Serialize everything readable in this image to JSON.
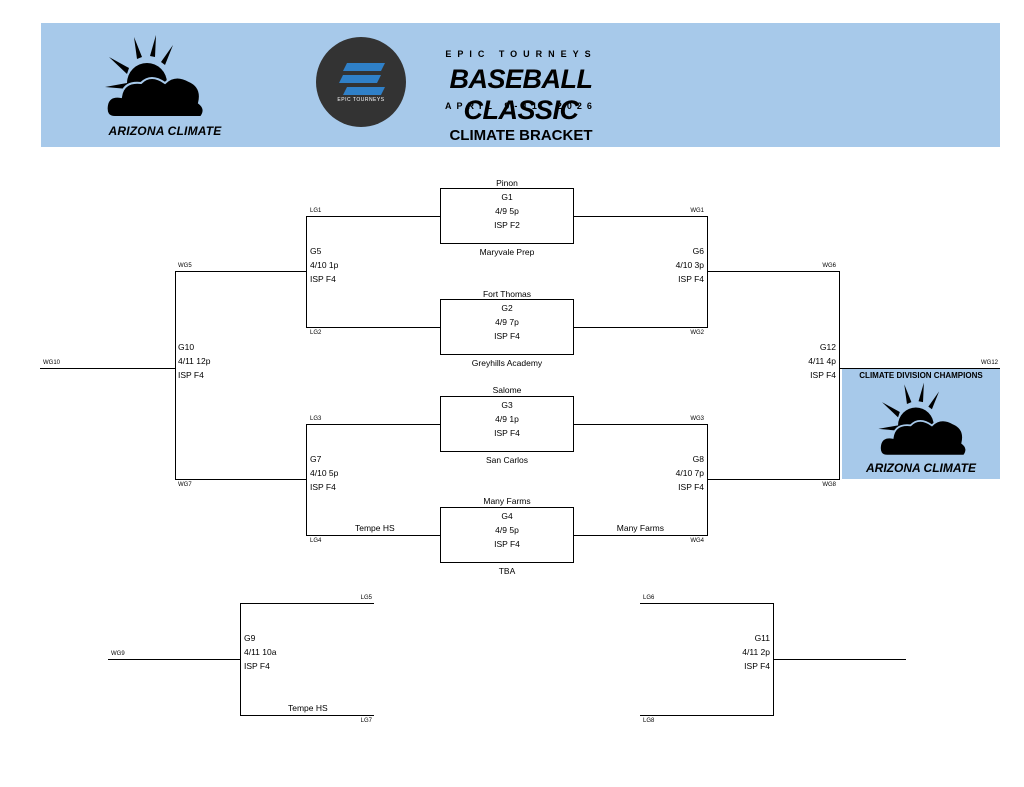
{
  "header": {
    "brand_name": "ARIZONA CLIMATE",
    "logo_text": "EPIC TOURNEYS",
    "org": "EPIC TOURNEYS",
    "title": "BASEBALL CLASSIC",
    "dates": "APRIL 9-11, 2026",
    "subtitle": "CLIMATE BRACKET"
  },
  "colors": {
    "banner": "#a7c9ea",
    "logo_dark": "#333333",
    "logo_blue": "#2f80c8"
  },
  "icons": {
    "brand": "sun-cloud-icon"
  },
  "games": {
    "g1": {
      "top_team": "Pinon",
      "id": "G1",
      "time": "4/9 5p",
      "field": "ISP F2",
      "bottom_team": "Maryvale Prep"
    },
    "g2": {
      "top_team": "Fort Thomas",
      "id": "G2",
      "time": "4/9 7p",
      "field": "ISP F4",
      "bottom_team": "Greyhills Academy"
    },
    "g3": {
      "top_team": "Salome",
      "id": "G3",
      "time": "4/9 1p",
      "field": "ISP F4",
      "bottom_team": "San Carlos"
    },
    "g4": {
      "top_team": "Many Farms",
      "id": "G4",
      "time": "4/9 5p",
      "field": "ISP F4",
      "bottom_team": "TBA"
    },
    "g5": {
      "id": "G5",
      "time": "4/10  1p",
      "field": "ISP F4"
    },
    "g6": {
      "id": "G6",
      "time": "4/10  3p",
      "field": "ISP F4"
    },
    "g7": {
      "id": "G7",
      "time": "4/10  5p",
      "field": "ISP F4"
    },
    "g8": {
      "id": "G8",
      "time": "4/10  7p",
      "field": "ISP F4"
    },
    "g9": {
      "id": "G9",
      "time": "4/11  10a",
      "field": "ISP F4",
      "team": "Tempe HS"
    },
    "g10": {
      "id": "G10",
      "time": "4/11  12p",
      "field": "ISP F4"
    },
    "g11": {
      "id": "G11",
      "time": "4/11  2p",
      "field": "ISP F4"
    },
    "g12": {
      "id": "G12",
      "time": "4/11  4p",
      "field": "ISP F4"
    }
  },
  "labels": {
    "lg1": "LG1",
    "lg2": "LG2",
    "lg3": "LG3",
    "lg4": "LG4",
    "lg5": "LG5",
    "lg6": "LG6",
    "lg7": "LG7",
    "lg8": "LG8",
    "wg1": "WG1",
    "wg2": "WG2",
    "wg3": "WG3",
    "wg4": "WG4",
    "wg5": "WG5",
    "wg6": "WG6",
    "wg7": "WG7",
    "wg8": "WG8",
    "wg9": "WG9",
    "wg10": "WG10",
    "wg12": "WG12"
  },
  "feeds": {
    "g7_left": "Tempe HS",
    "g8_right": "Many Farms"
  },
  "champions": {
    "title": "CLIMATE DIVISION CHAMPIONS",
    "name": "ARIZONA CLIMATE"
  }
}
